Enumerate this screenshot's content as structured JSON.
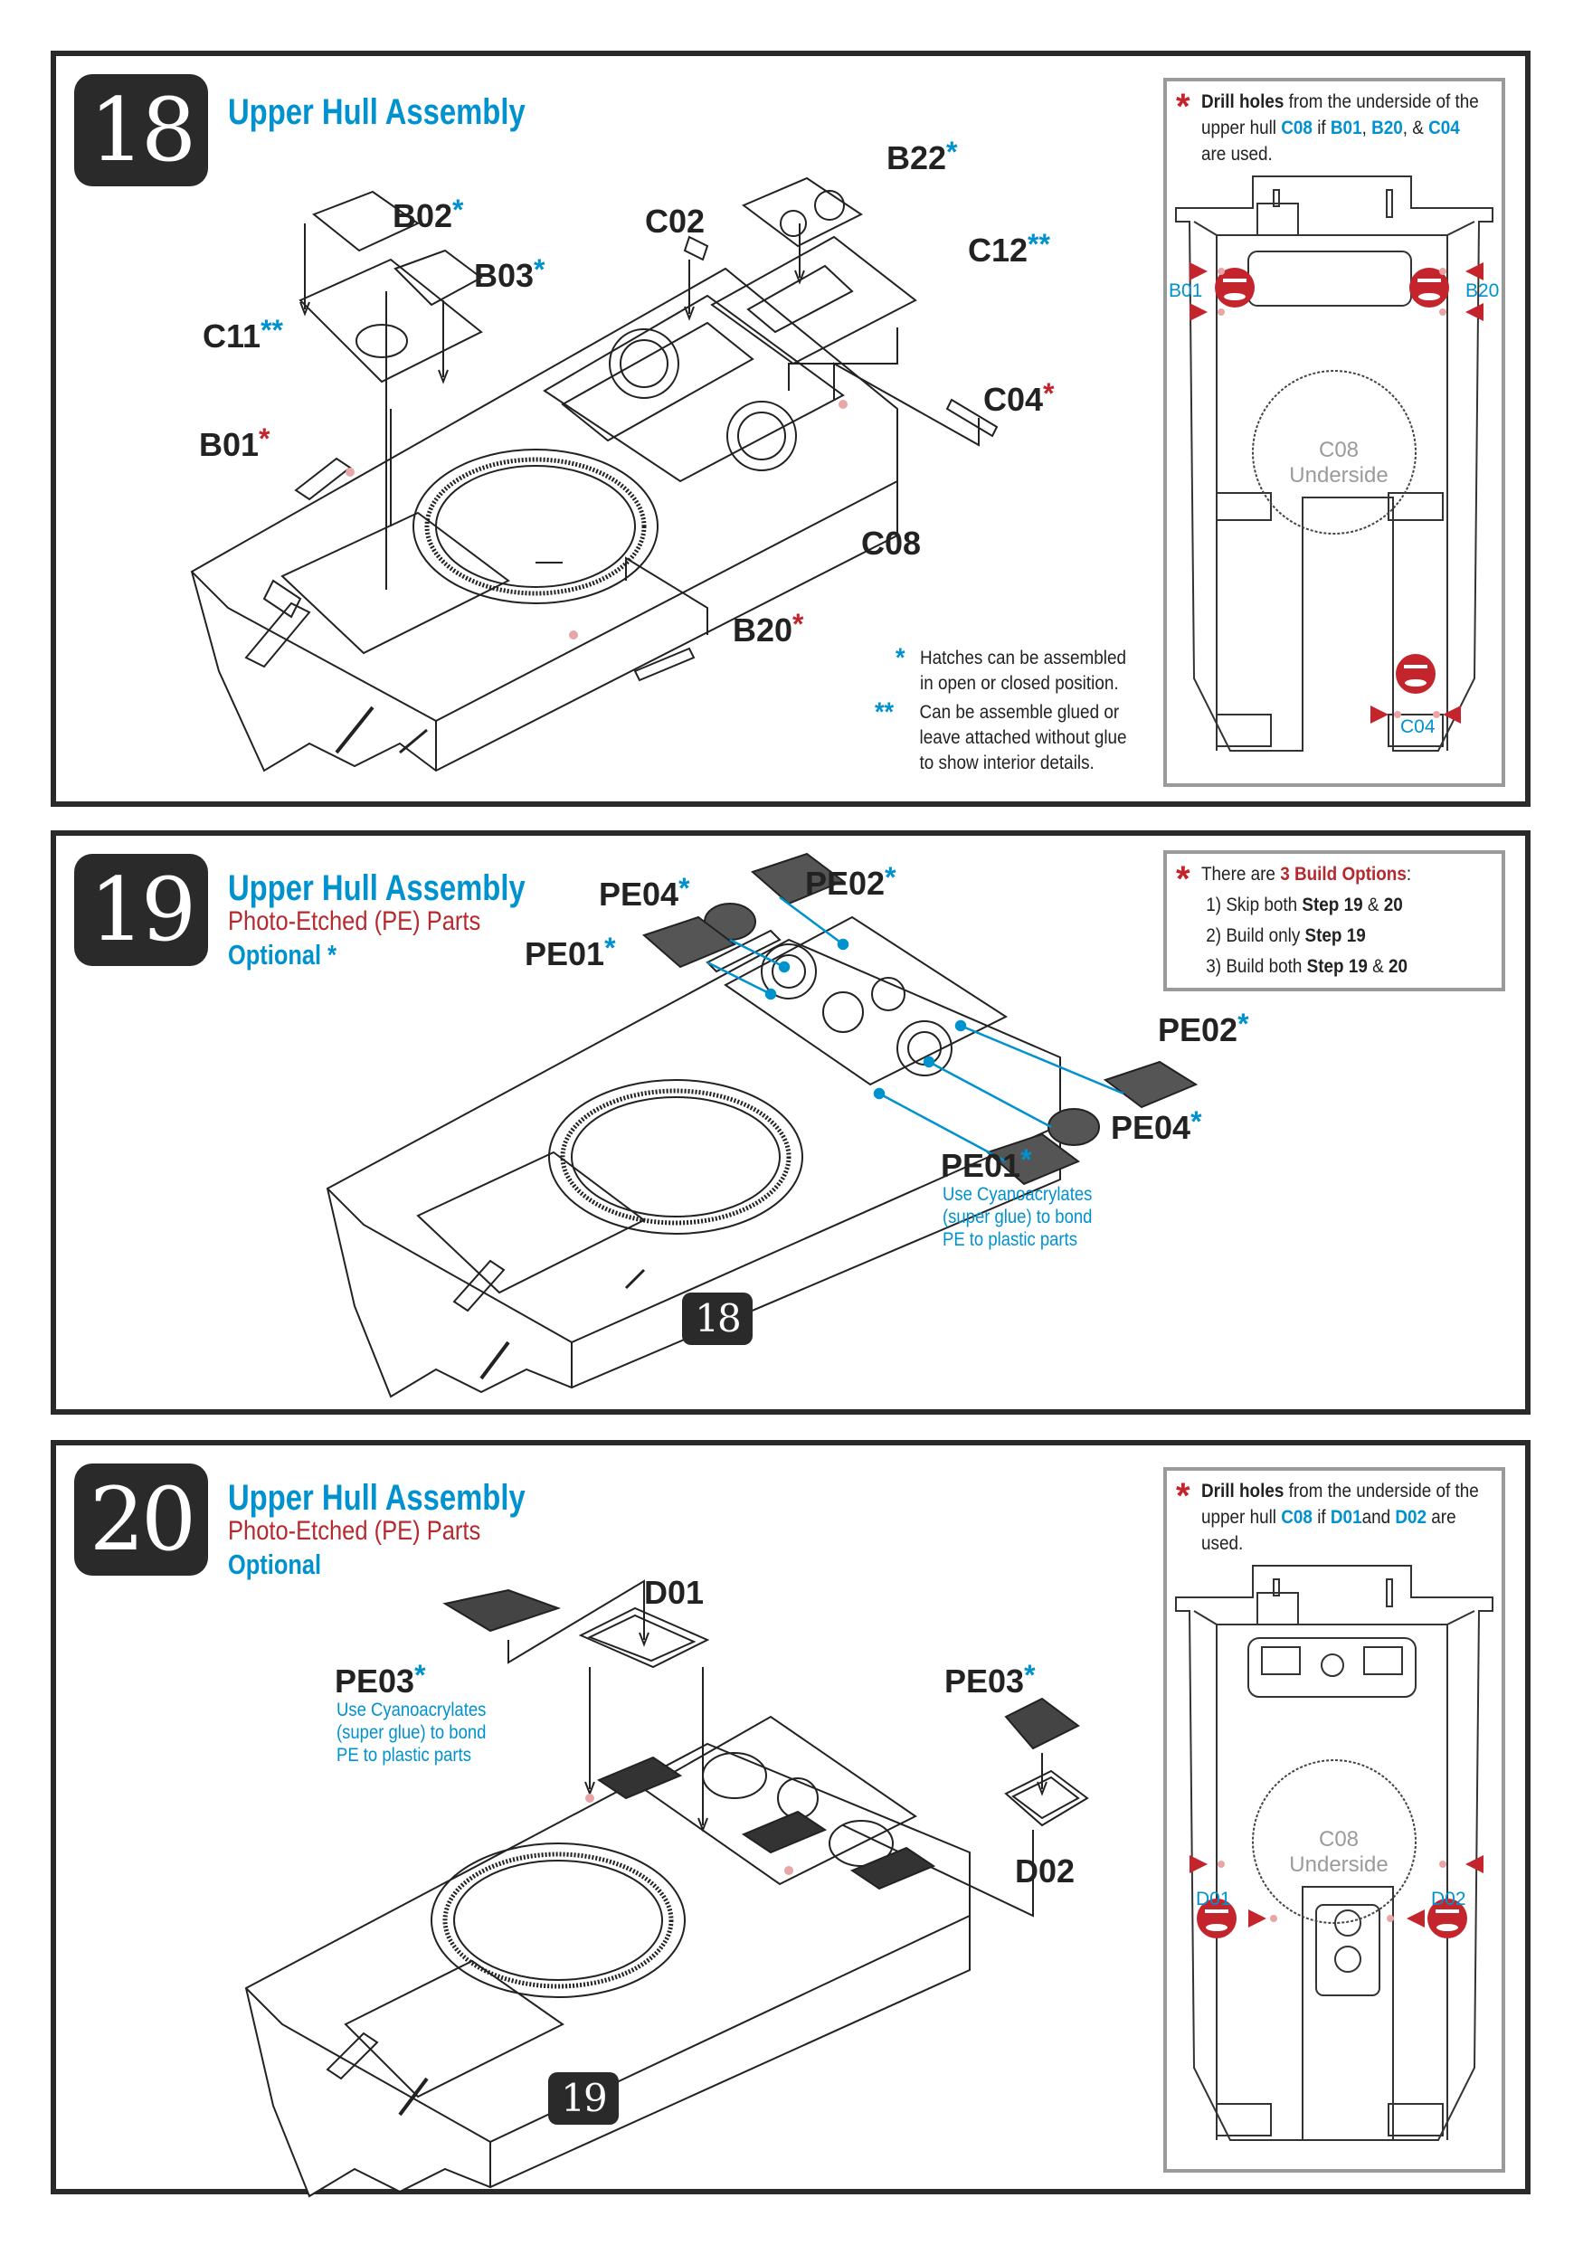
{
  "steps": [
    {
      "number": "18",
      "title": "Upper Hull Assembly",
      "parts": {
        "b02": "B02",
        "b03": "B03",
        "c11": "C11",
        "b01": "B01",
        "c02": "C02",
        "b22": "B22",
        "c12": "C12",
        "c04": "C04",
        "c08": "C08",
        "b20": "B20"
      },
      "markers": {
        "single": "*",
        "double": "**"
      },
      "legend": [
        {
          "marker": "*",
          "text_lines": [
            "Hatches can be assembled",
            "in open or closed position."
          ]
        },
        {
          "marker": "**",
          "text_lines": [
            "Can be assemble glued or",
            "leave attached without glue",
            "to show interior details."
          ]
        }
      ],
      "note": {
        "marker": "*",
        "bold_lead": "Drill holes",
        "line1_rest": " from the underside of the",
        "line2_prefix": "upper hull ",
        "ref_c08": "C08",
        "if": " if ",
        "ref_b01": "B01",
        "comma": ", ",
        "ref_b20": "B20",
        "amp": ", & ",
        "ref_c04": "C04",
        "line3": "are used."
      },
      "diagram": {
        "center_line1": "C08",
        "center_line2": "Underside",
        "labels": {
          "left": "B01",
          "right": "B20",
          "bottom": "C04"
        }
      }
    },
    {
      "number": "19",
      "title": "Upper Hull Assembly",
      "subtitle": "Photo-Etched (PE) Parts",
      "optional": "Optional *",
      "parts": {
        "pe04_top": "PE04",
        "pe02_top": "PE02",
        "pe01_top": "PE01",
        "pe02_right": "PE02",
        "pe04_right": "PE04",
        "pe01_bottom": "PE01"
      },
      "glue_note": [
        "Use Cyanoacrylates",
        "(super glue) to bond",
        "PE to plastic parts"
      ],
      "ref_step": "18",
      "note": {
        "marker": "*",
        "lead": "There are ",
        "highlight": "3 Build Options",
        "colon": ":",
        "options": [
          {
            "prefix": "1) Skip both ",
            "bold1": "Step 19",
            "mid": " & ",
            "bold2": "20"
          },
          {
            "prefix": "2) Build only ",
            "bold1": "Step 19",
            "mid": "",
            "bold2": ""
          },
          {
            "prefix": "3) Build both ",
            "bold1": "Step 19",
            "mid": " & ",
            "bold2": "20"
          }
        ]
      }
    },
    {
      "number": "20",
      "title": "Upper Hull Assembly",
      "subtitle": "Photo-Etched (PE) Parts",
      "optional": "Optional",
      "parts": {
        "d01": "D01",
        "pe03_left": "PE03",
        "pe03_right": "PE03",
        "d02": "D02"
      },
      "glue_note": [
        "Use Cyanoacrylates",
        "(super glue) to bond",
        "PE to plastic parts"
      ],
      "ref_step": "19",
      "note": {
        "marker": "*",
        "bold_lead": "Drill holes",
        "line1_rest": " from the underside of the",
        "line2_prefix": "upper hull ",
        "ref_c08": "C08",
        "if": " if ",
        "ref_d01": "D01",
        "and": "and ",
        "ref_d02": "D02",
        "are": " are",
        "line3": "used."
      },
      "diagram": {
        "center_line1": "C08",
        "center_line2": "Underside",
        "labels": {
          "left": "D01",
          "right": "D02"
        }
      }
    }
  ],
  "colors": {
    "accent_blue": "#0091cf",
    "accent_red": "#b52a2f",
    "frame": "#2a2a2a",
    "note_border": "#9a9a9a"
  }
}
